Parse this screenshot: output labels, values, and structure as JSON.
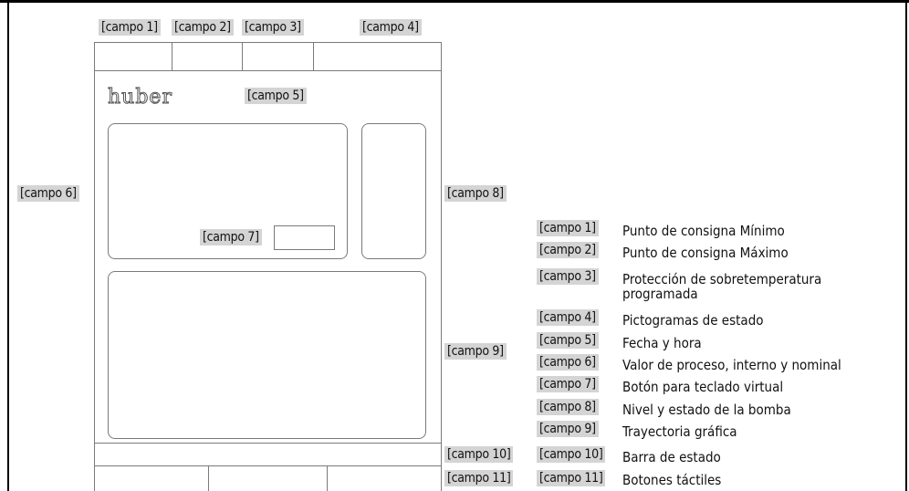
{
  "logo_text": "huber",
  "tags": {
    "campo1": "[campo 1]",
    "campo2": "[campo 2]",
    "campo3": "[campo 3]",
    "campo4": "[campo 4]",
    "campo5": "[campo 5]",
    "campo6": "[campo 6]",
    "campo7": "[campo 7]",
    "campo8": "[campo 8]",
    "campo9": "[campo 9]",
    "campo10": "[campo 10]",
    "campo11": "[campo 11]"
  },
  "legend": [
    {
      "code": "[campo 1]",
      "desc": "Punto de consigna Mínimo"
    },
    {
      "code": "[campo 2]",
      "desc": "Punto de consigna Máximo"
    },
    {
      "code": "[campo 3]",
      "desc": "Protección de sobretemperatura",
      "desc2": "programada"
    },
    {
      "code": "[campo 4]",
      "desc": "Pictogramas de estado"
    },
    {
      "code": "[campo 5]",
      "desc": "Fecha y hora"
    },
    {
      "code": "[campo 6]",
      "desc": "Valor de proceso, interno y nominal"
    },
    {
      "code": "[campo 7]",
      "desc": "Botón para teclado virtual"
    },
    {
      "code": "[campo 8]",
      "desc": "Nivel y estado de la bomba"
    },
    {
      "code": "[campo 9]",
      "desc": "Trayectoria gráfica"
    },
    {
      "code": "[campo 10]",
      "desc": "Barra de estado"
    },
    {
      "code": "[campo 11]",
      "desc": "Botones táctiles"
    }
  ]
}
